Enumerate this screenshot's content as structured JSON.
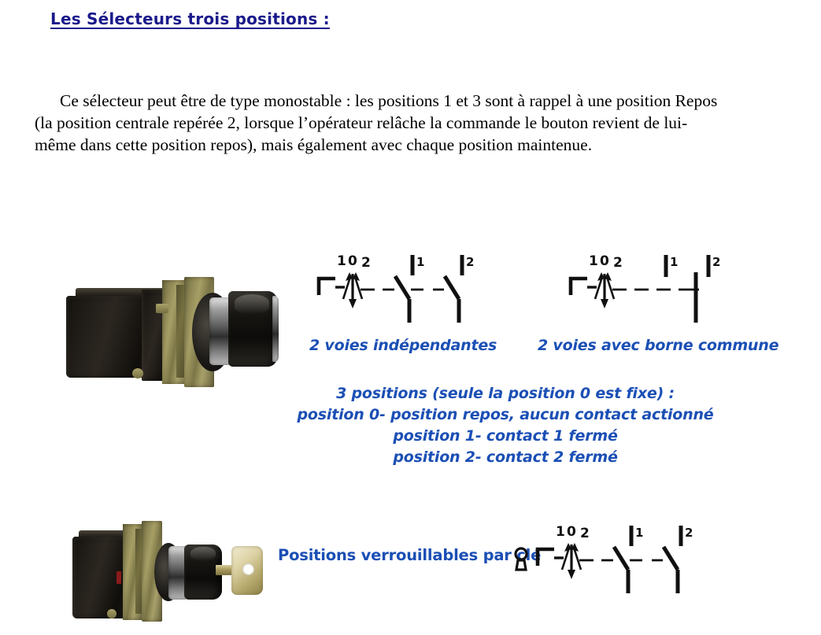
{
  "document": {
    "title": "Les Sélecteurs trois positions :",
    "body_paragraph": "Ce sélecteur peut être de type monostable : les positions 1 et 3 sont à rappel à une position Repos (la position centrale repérée 2, lorsque l’opérateur relâche la commande le bouton revient de lui-même dans cette position repos),  mais également avec chaque position maintenue."
  },
  "colors": {
    "title_blue": "#1a1a8c",
    "caption_blue": "#1b4fb5",
    "body_black": "#000000",
    "diagram_black": "#101010",
    "page_background": "#ffffff"
  },
  "photos": {
    "selector_standard": {
      "alt": "Sélecteur trois positions à bouton noir avec bloc de contacts",
      "icon": "selector-switch-photo"
    },
    "selector_key": {
      "alt": "Sélecteur trois positions à clé avec bloc de contacts",
      "icon": "key-selector-switch-photo"
    }
  },
  "diagrams": [
    {
      "id": "diagram-two-independent-channels",
      "caption": "2 voies indépendantes",
      "actuator": {
        "type": "three-position-selector",
        "position_labels": [
          "1",
          "0",
          "2"
        ],
        "has_key_lock": false
      },
      "contacts": [
        {
          "label": "1",
          "type": "normally-open"
        },
        {
          "label": "2",
          "type": "normally-open"
        }
      ]
    },
    {
      "id": "diagram-two-channels-common-terminal",
      "caption": "2 voies avec borne commune",
      "actuator": {
        "type": "three-position-selector",
        "position_labels": [
          "1",
          "0",
          "2"
        ],
        "has_key_lock": false
      },
      "contacts": [
        {
          "label": "1",
          "type": "common-terminal"
        },
        {
          "label": "2",
          "type": "common-terminal"
        }
      ]
    },
    {
      "id": "diagram-key-lockable-positions",
      "caption": "Positions verrouillables par clé",
      "actuator": {
        "type": "three-position-key-selector",
        "position_labels": [
          "1",
          "0",
          "2"
        ],
        "has_key_lock": true
      },
      "contacts": [
        {
          "label": "1",
          "type": "normally-open"
        },
        {
          "label": "2",
          "type": "normally-open"
        }
      ]
    }
  ],
  "info_block": {
    "lines": [
      "3 positions (seule la position 0 est fixe) :",
      "position 0- position repos, aucun contact actionné",
      "position 1- contact 1 fermé",
      "position 2- contact 2 fermé"
    ]
  }
}
